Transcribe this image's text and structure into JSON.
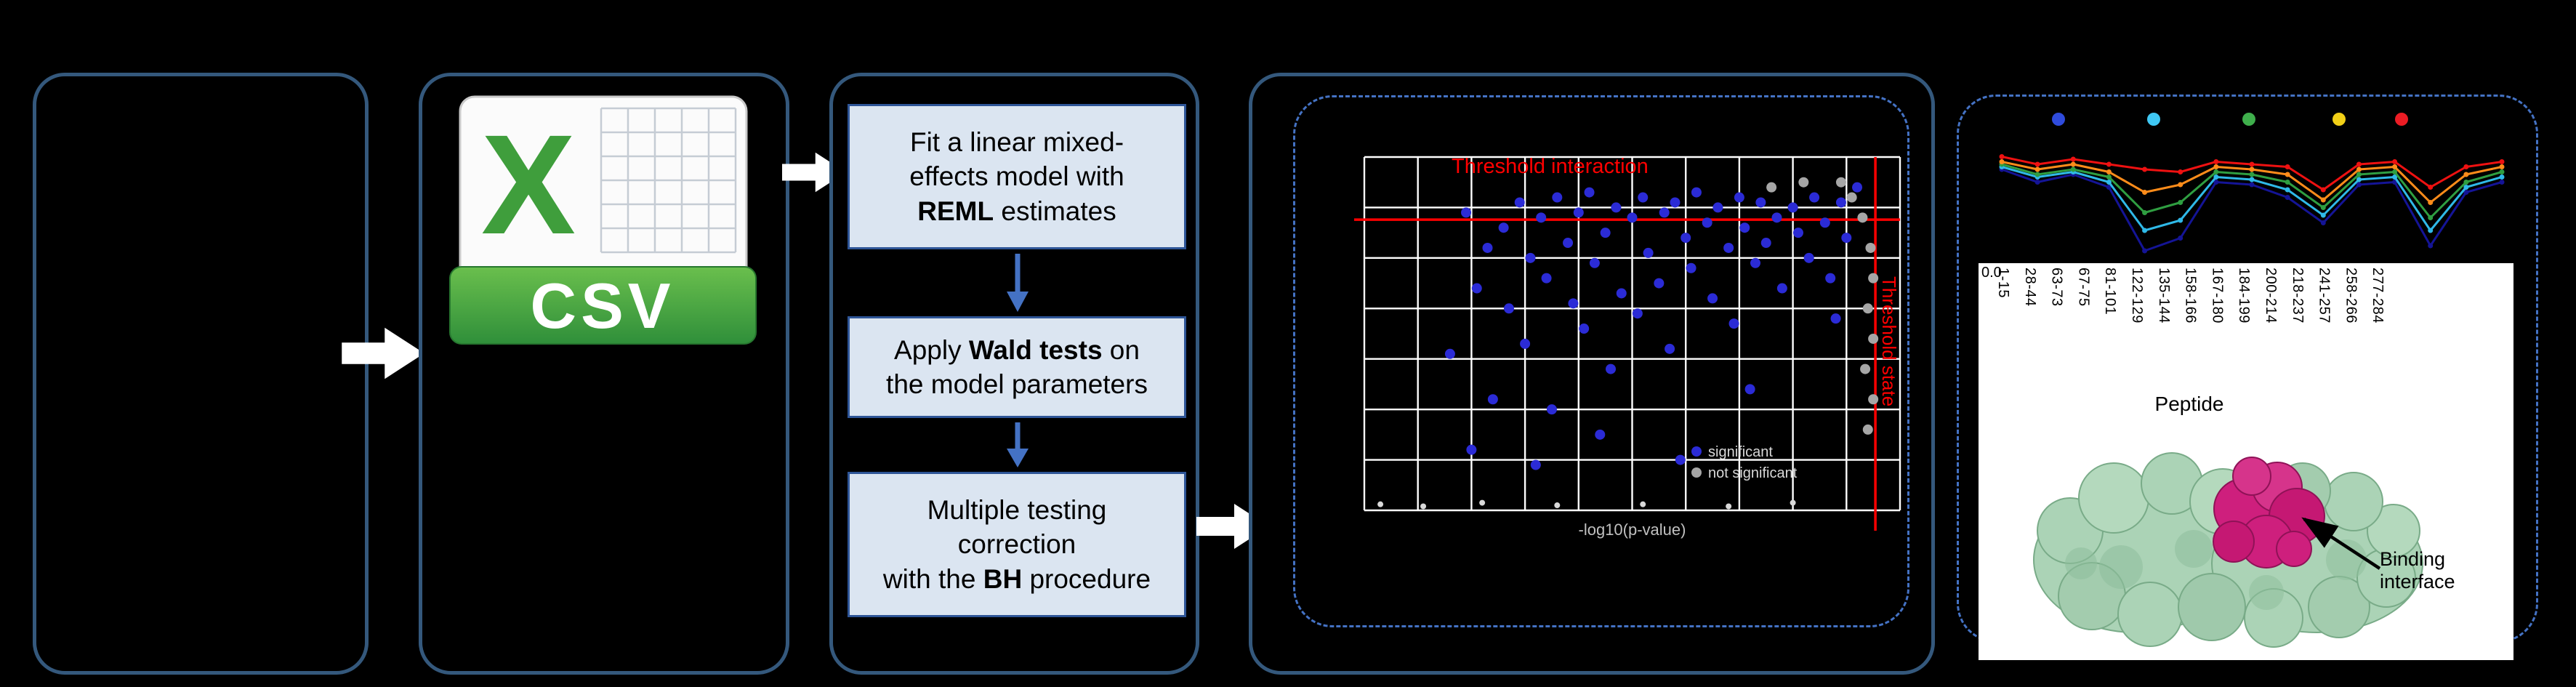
{
  "figure": {
    "background": "#000000",
    "panel_border_color": "#34587c",
    "dashed_border_color": "#4472c4",
    "connector_arrow_color": "#ffffff"
  },
  "csv_icon": {
    "x_letter": "X",
    "banner_label": "CSV",
    "x_color": "#3f9e3c",
    "banner_color_top": "#6abf4d",
    "banner_color_bottom": "#2f8f3a"
  },
  "workflow": {
    "box_fill": "#dbe5f1",
    "box_border": "#2e5597",
    "arrow_color": "#4472c4",
    "steps": [
      {
        "pre": "Fit a linear mixed-\neffects model with\n",
        "bold": "REML",
        "post": " estimates"
      },
      {
        "pre": "Apply ",
        "bold": "Wald tests",
        "post": " on\nthe model parameters"
      },
      {
        "pre": "Multiple testing\ncorrection\nwith the ",
        "bold": "BH",
        "post": " procedure"
      }
    ]
  },
  "chart_data": [
    {
      "type": "scatter",
      "title": "Threshold interaction",
      "title_color": "#ff0000",
      "background": "#000000",
      "grid": true,
      "grid_color": "#ffffff",
      "xlim": [
        0,
        10
      ],
      "ylim": [
        0,
        7
      ],
      "xlabel": "-log10(p-value)",
      "thresholds": {
        "color": "#ff0000",
        "interaction_y": 5.76,
        "state_x": 9.54,
        "state_label": "Threshold state"
      },
      "legend": [
        {
          "label": "significant",
          "color": "#2b2bd6"
        },
        {
          "label": "not significant",
          "color": "#a6a6a6"
        }
      ],
      "series": [
        {
          "name": "significant",
          "color": "#2b2bd6",
          "r": 7,
          "points": [
            [
              1.6,
              3.1
            ],
            [
              1.9,
              5.9
            ],
            [
              2.1,
              4.4
            ],
            [
              2.3,
              5.2
            ],
            [
              2.4,
              2.2
            ],
            [
              2.6,
              5.6
            ],
            [
              2.7,
              4.0
            ],
            [
              2.9,
              6.1
            ],
            [
              3.0,
              3.3
            ],
            [
              3.1,
              5.0
            ],
            [
              3.3,
              5.8
            ],
            [
              3.4,
              4.6
            ],
            [
              3.5,
              2.0
            ],
            [
              3.6,
              6.2
            ],
            [
              3.8,
              5.3
            ],
            [
              3.9,
              4.1
            ],
            [
              4.0,
              5.9
            ],
            [
              4.1,
              3.6
            ],
            [
              4.2,
              6.3
            ],
            [
              4.3,
              4.9
            ],
            [
              4.5,
              5.5
            ],
            [
              4.6,
              2.8
            ],
            [
              4.7,
              6.0
            ],
            [
              4.8,
              4.3
            ],
            [
              5.0,
              5.8
            ],
            [
              5.1,
              3.9
            ],
            [
              5.2,
              6.2
            ],
            [
              5.3,
              5.1
            ],
            [
              5.5,
              4.5
            ],
            [
              5.6,
              5.9
            ],
            [
              5.7,
              3.2
            ],
            [
              5.8,
              6.1
            ],
            [
              6.0,
              5.4
            ],
            [
              6.1,
              4.8
            ],
            [
              6.2,
              6.3
            ],
            [
              6.4,
              5.7
            ],
            [
              6.5,
              4.2
            ],
            [
              6.6,
              6.0
            ],
            [
              6.8,
              5.2
            ],
            [
              6.9,
              3.7
            ],
            [
              7.0,
              6.2
            ],
            [
              7.1,
              5.6
            ],
            [
              7.3,
              4.9
            ],
            [
              7.4,
              6.1
            ],
            [
              7.5,
              5.3
            ],
            [
              7.7,
              5.8
            ],
            [
              7.8,
              4.4
            ],
            [
              8.0,
              6.0
            ],
            [
              8.1,
              5.5
            ],
            [
              8.3,
              5.0
            ],
            [
              8.4,
              6.2
            ],
            [
              8.6,
              5.7
            ],
            [
              8.7,
              4.6
            ],
            [
              8.9,
              6.1
            ],
            [
              9.0,
              5.4
            ],
            [
              2.0,
              1.2
            ],
            [
              3.2,
              0.9
            ],
            [
              4.4,
              1.5
            ],
            [
              5.9,
              1.0
            ],
            [
              7.2,
              2.4
            ],
            [
              9.2,
              6.4
            ],
            [
              8.8,
              3.8
            ]
          ]
        },
        {
          "name": "not-significant",
          "color": "#a6a6a6",
          "r": 7,
          "points": [
            [
              8.9,
              6.5
            ],
            [
              9.1,
              6.2
            ],
            [
              9.3,
              5.8
            ],
            [
              9.45,
              5.2
            ],
            [
              9.5,
              4.6
            ],
            [
              9.4,
              4.0
            ],
            [
              9.5,
              3.4
            ],
            [
              9.35,
              2.8
            ],
            [
              9.5,
              2.2
            ],
            [
              9.4,
              1.6
            ],
            [
              7.6,
              6.4
            ],
            [
              8.2,
              6.5
            ]
          ]
        },
        {
          "name": "near-axis",
          "color": "#d9d9d9",
          "r": 4,
          "points": [
            [
              0.3,
              0.12
            ],
            [
              1.1,
              0.08
            ],
            [
              2.2,
              0.15
            ],
            [
              3.6,
              0.1
            ],
            [
              5.2,
              0.12
            ],
            [
              6.8,
              0.08
            ],
            [
              8.0,
              0.15
            ]
          ]
        }
      ]
    },
    {
      "type": "line",
      "categories": [
        "1-15",
        "28-44",
        "63-73",
        "67-75",
        "81-101",
        "122-129",
        "135-144",
        "158-166",
        "167-180",
        "184-199",
        "200-214",
        "218-237",
        "241-257",
        "258-266",
        "277-284"
      ],
      "xlabel": "Peptide",
      "ylim": [
        0,
        1
      ],
      "y_tick_labels": [
        "0.0"
      ],
      "legend_dot_colors": [
        "#2f4bdc",
        "#3fc8f4",
        "#3faf4c",
        "#f2d017",
        "#ec1c24"
      ],
      "series": [
        {
          "name": "navy",
          "color": "#141496",
          "values": [
            0.76,
            0.66,
            0.72,
            0.62,
            0.12,
            0.22,
            0.66,
            0.64,
            0.54,
            0.34,
            0.64,
            0.66,
            0.16,
            0.58,
            0.66
          ]
        },
        {
          "name": "cyan",
          "color": "#2fb9e8",
          "values": [
            0.78,
            0.7,
            0.74,
            0.66,
            0.28,
            0.36,
            0.7,
            0.68,
            0.6,
            0.4,
            0.68,
            0.7,
            0.28,
            0.62,
            0.7
          ]
        },
        {
          "name": "green",
          "color": "#2f9e41",
          "values": [
            0.8,
            0.72,
            0.76,
            0.7,
            0.42,
            0.5,
            0.74,
            0.72,
            0.66,
            0.46,
            0.72,
            0.74,
            0.38,
            0.66,
            0.74
          ]
        },
        {
          "name": "orange",
          "color": "#ff8c1a",
          "values": [
            0.82,
            0.76,
            0.8,
            0.74,
            0.58,
            0.64,
            0.78,
            0.76,
            0.72,
            0.52,
            0.76,
            0.78,
            0.5,
            0.72,
            0.78
          ]
        },
        {
          "name": "red",
          "color": "#ee1111",
          "values": [
            0.86,
            0.8,
            0.84,
            0.8,
            0.76,
            0.74,
            0.82,
            0.8,
            0.78,
            0.6,
            0.8,
            0.82,
            0.62,
            0.78,
            0.82
          ]
        }
      ]
    }
  ],
  "protein_panel": {
    "annotation": "Binding interface",
    "surface_color": "#abd3b6",
    "interface_color": "#ce1f7d"
  }
}
